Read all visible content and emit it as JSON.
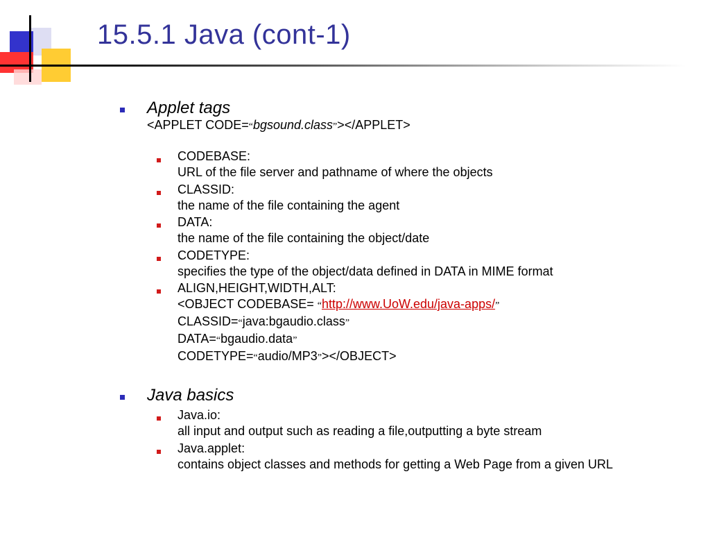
{
  "slide": {
    "title": "15.5.1 Java (cont-1)"
  },
  "section1": {
    "heading": "Applet tags",
    "applet_prefix": "<APPLET CODE=",
    "open_quote": "“",
    "applet_code": "bgsound.class",
    "close_quote": "”",
    "applet_suffix": "></APPLET>",
    "items": [
      {
        "label": "CODEBASE:",
        "desc": "URL of the file server and pathname of where the objects"
      },
      {
        "label": "CLASSID:",
        "desc": "the name of the file containing the agent"
      },
      {
        "label": "DATA:",
        "desc": "the name of the file containing the object/date"
      },
      {
        "label": "CODETYPE:",
        "desc": "specifies the type of the object/data defined in DATA in MIME format"
      }
    ],
    "align_item": {
      "label": "ALIGN,HEIGHT,WIDTH,ALT:",
      "object_prefix": "<OBJECT CODEBASE= ",
      "url": "http://www.UoW.edu/java-apps/",
      "classid_prefix": "CLASSID=",
      "classid_value": "java:bgaudio.class",
      "data_prefix": "DATA=",
      "data_value": "bgaudio.data",
      "codetype_prefix": "CODETYPE=",
      "codetype_value": "audio/MP3",
      "object_suffix": "></OBJECT>"
    }
  },
  "section2": {
    "heading": "Java basics",
    "items": [
      {
        "label": "Java.io:",
        "desc": "all input and output such as reading a file,outputting a byte stream"
      },
      {
        "label": "Java.applet:",
        "desc": "contains object classes and methods for getting a Web Page from a given URL"
      }
    ]
  }
}
